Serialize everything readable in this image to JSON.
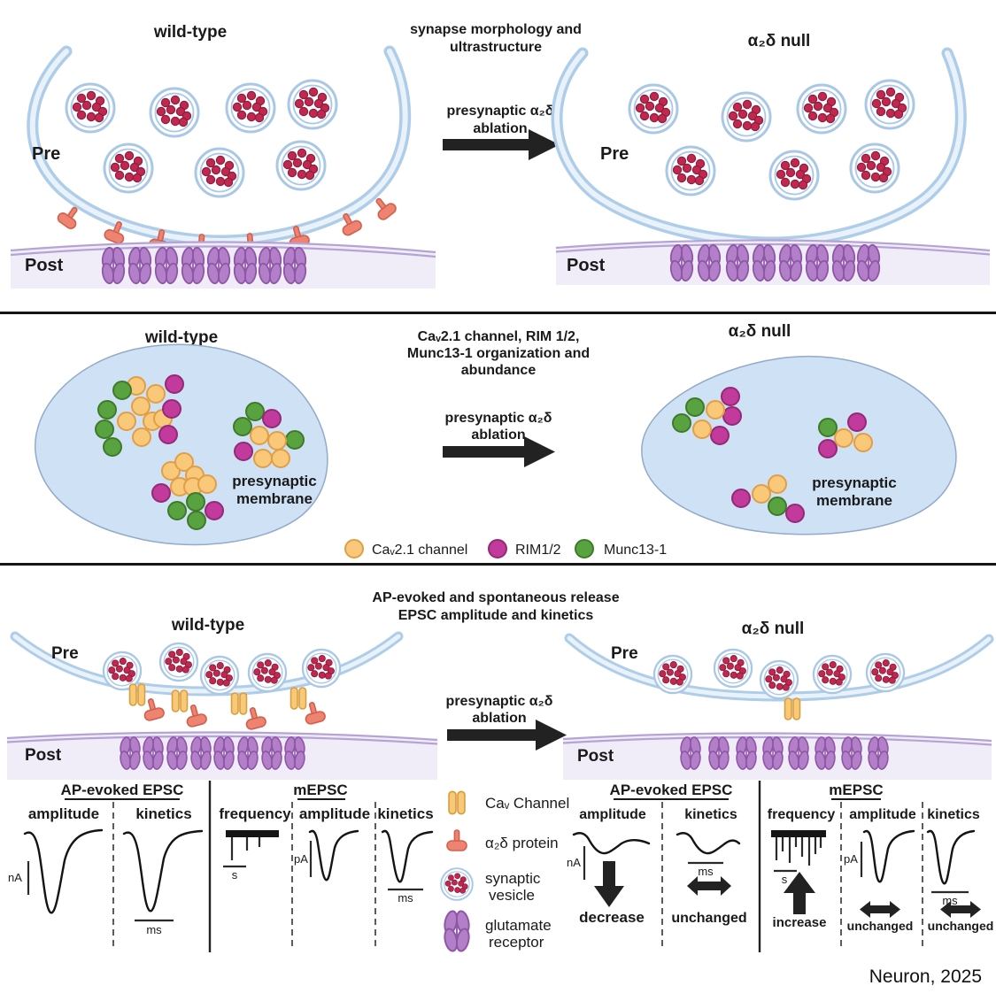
{
  "panel1": {
    "heading": [
      "synapse morphology and",
      "ultrastructure"
    ],
    "left_title": "wild-type",
    "right_title": "α₂δ null",
    "arrow_label": [
      "presynaptic α₂δ",
      "ablation"
    ],
    "labels": {
      "pre": "Pre",
      "post": "Post"
    }
  },
  "panel2": {
    "heading": [
      "Caᵥ2.1 channel, RIM 1/2,",
      "Munc13-1 organization and",
      "abundance"
    ],
    "left_title": "wild-type",
    "right_title": "α₂δ null",
    "arrow_label": [
      "presynaptic α₂δ",
      "ablation"
    ],
    "membrane_label": [
      "presynaptic",
      "membrane"
    ],
    "legend": [
      {
        "label": "Caᵥ2.1 channel",
        "color": "#f9c878"
      },
      {
        "label": "RIM1/2",
        "color": "#c13a9c"
      },
      {
        "label": "Munc13-1",
        "color": "#58a33f"
      }
    ]
  },
  "panel3": {
    "heading": [
      "AP-evoked and spontaneous release",
      "EPSC amplitude and kinetics"
    ],
    "left_title": "wild-type",
    "right_title": "α₂δ null",
    "arrow_label": [
      "presynaptic α₂δ",
      "ablation"
    ],
    "labels": {
      "pre": "Pre",
      "post": "Post"
    },
    "wt_traces": {
      "ap_heading": "AP-evoked EPSC",
      "amplitude": "amplitude",
      "kinetics": "kinetics",
      "mepsc_heading": "mEPSC",
      "frequency": "frequency",
      "m_amplitude": "amplitude",
      "m_kinetics": "kinetics",
      "scale_na": "nA",
      "scale_ms": "ms",
      "scale_ms2": "ms",
      "scale_s": "s",
      "scale_pa": "pA"
    },
    "null_traces": {
      "ap_heading": "AP-evoked EPSC",
      "amplitude": "amplitude",
      "kinetics": "kinetics",
      "amplitude_result": "decrease",
      "kinetics_result": "unchanged",
      "mepsc_heading": "mEPSC",
      "frequency": "frequency",
      "frequency_result": "increase",
      "m_amplitude": "amplitude",
      "m_amplitude_result": "unchanged",
      "m_kinetics": "kinetics",
      "m_kinetics_result": "unchanged",
      "scale_na": "nA",
      "scale_ms": "ms",
      "scale_ms2": "ms",
      "scale_s": "s",
      "scale_pa": "pA"
    },
    "legend": [
      {
        "label": "Caᵥ Channel"
      },
      {
        "label": "α₂δ protein"
      },
      {
        "label": [
          "synaptic",
          "vesicle"
        ]
      },
      {
        "label": [
          "glutamate",
          "receptor"
        ]
      }
    ]
  },
  "citation": "Neuron, 2025",
  "colors": {
    "membrane_blue": "#aecde9",
    "vesicle_dot": "#c0284f",
    "alpha2delta_protein": "#ee8372",
    "cav_channel": "#f8c976",
    "glutamate_receptor": "#b47fc9",
    "post_membrane": "#b5a3d6",
    "presynaptic_blob": "#cfe1f5"
  }
}
